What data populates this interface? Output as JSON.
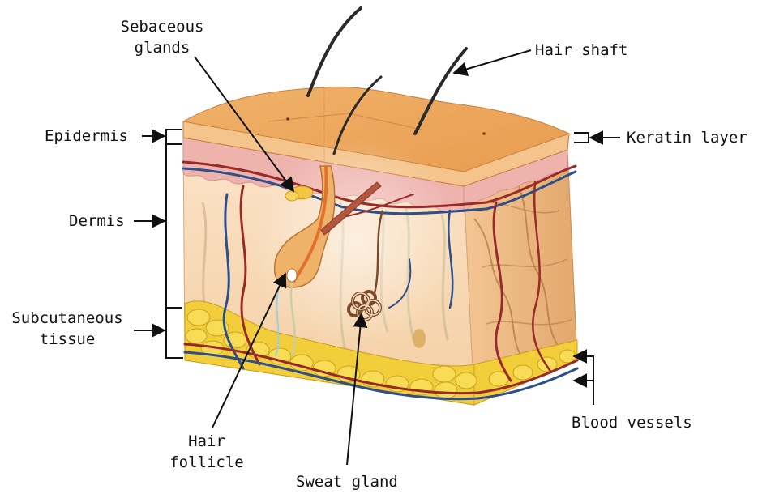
{
  "labels": {
    "sebaceous_glands": [
      "Sebaceous",
      "glands"
    ],
    "hair_shaft": "Hair shaft",
    "epidermis": "Epidermis",
    "keratin_layer": "Keratin layer",
    "dermis": "Dermis",
    "subcutaneous_tissue": [
      "Subcutaneous",
      "tissue"
    ],
    "hair_follicle": [
      "Hair",
      "follicle"
    ],
    "sweat_gland": "Sweat gland",
    "blood_vessels": "Blood vessels"
  },
  "colors": {
    "epidermis_top": "#e8a75c",
    "keratin": "#f0b978",
    "dermis": "#f7d9b8",
    "dermis_deep": "#e6b98a",
    "pink_layer": "#e9a9a6",
    "fat": "#f2cf3a",
    "artery": "#9a2a2a",
    "vein": "#2d4f8c",
    "nerve": "#c9cfa4",
    "follicle": "#e6a64d",
    "line": "#111111"
  }
}
